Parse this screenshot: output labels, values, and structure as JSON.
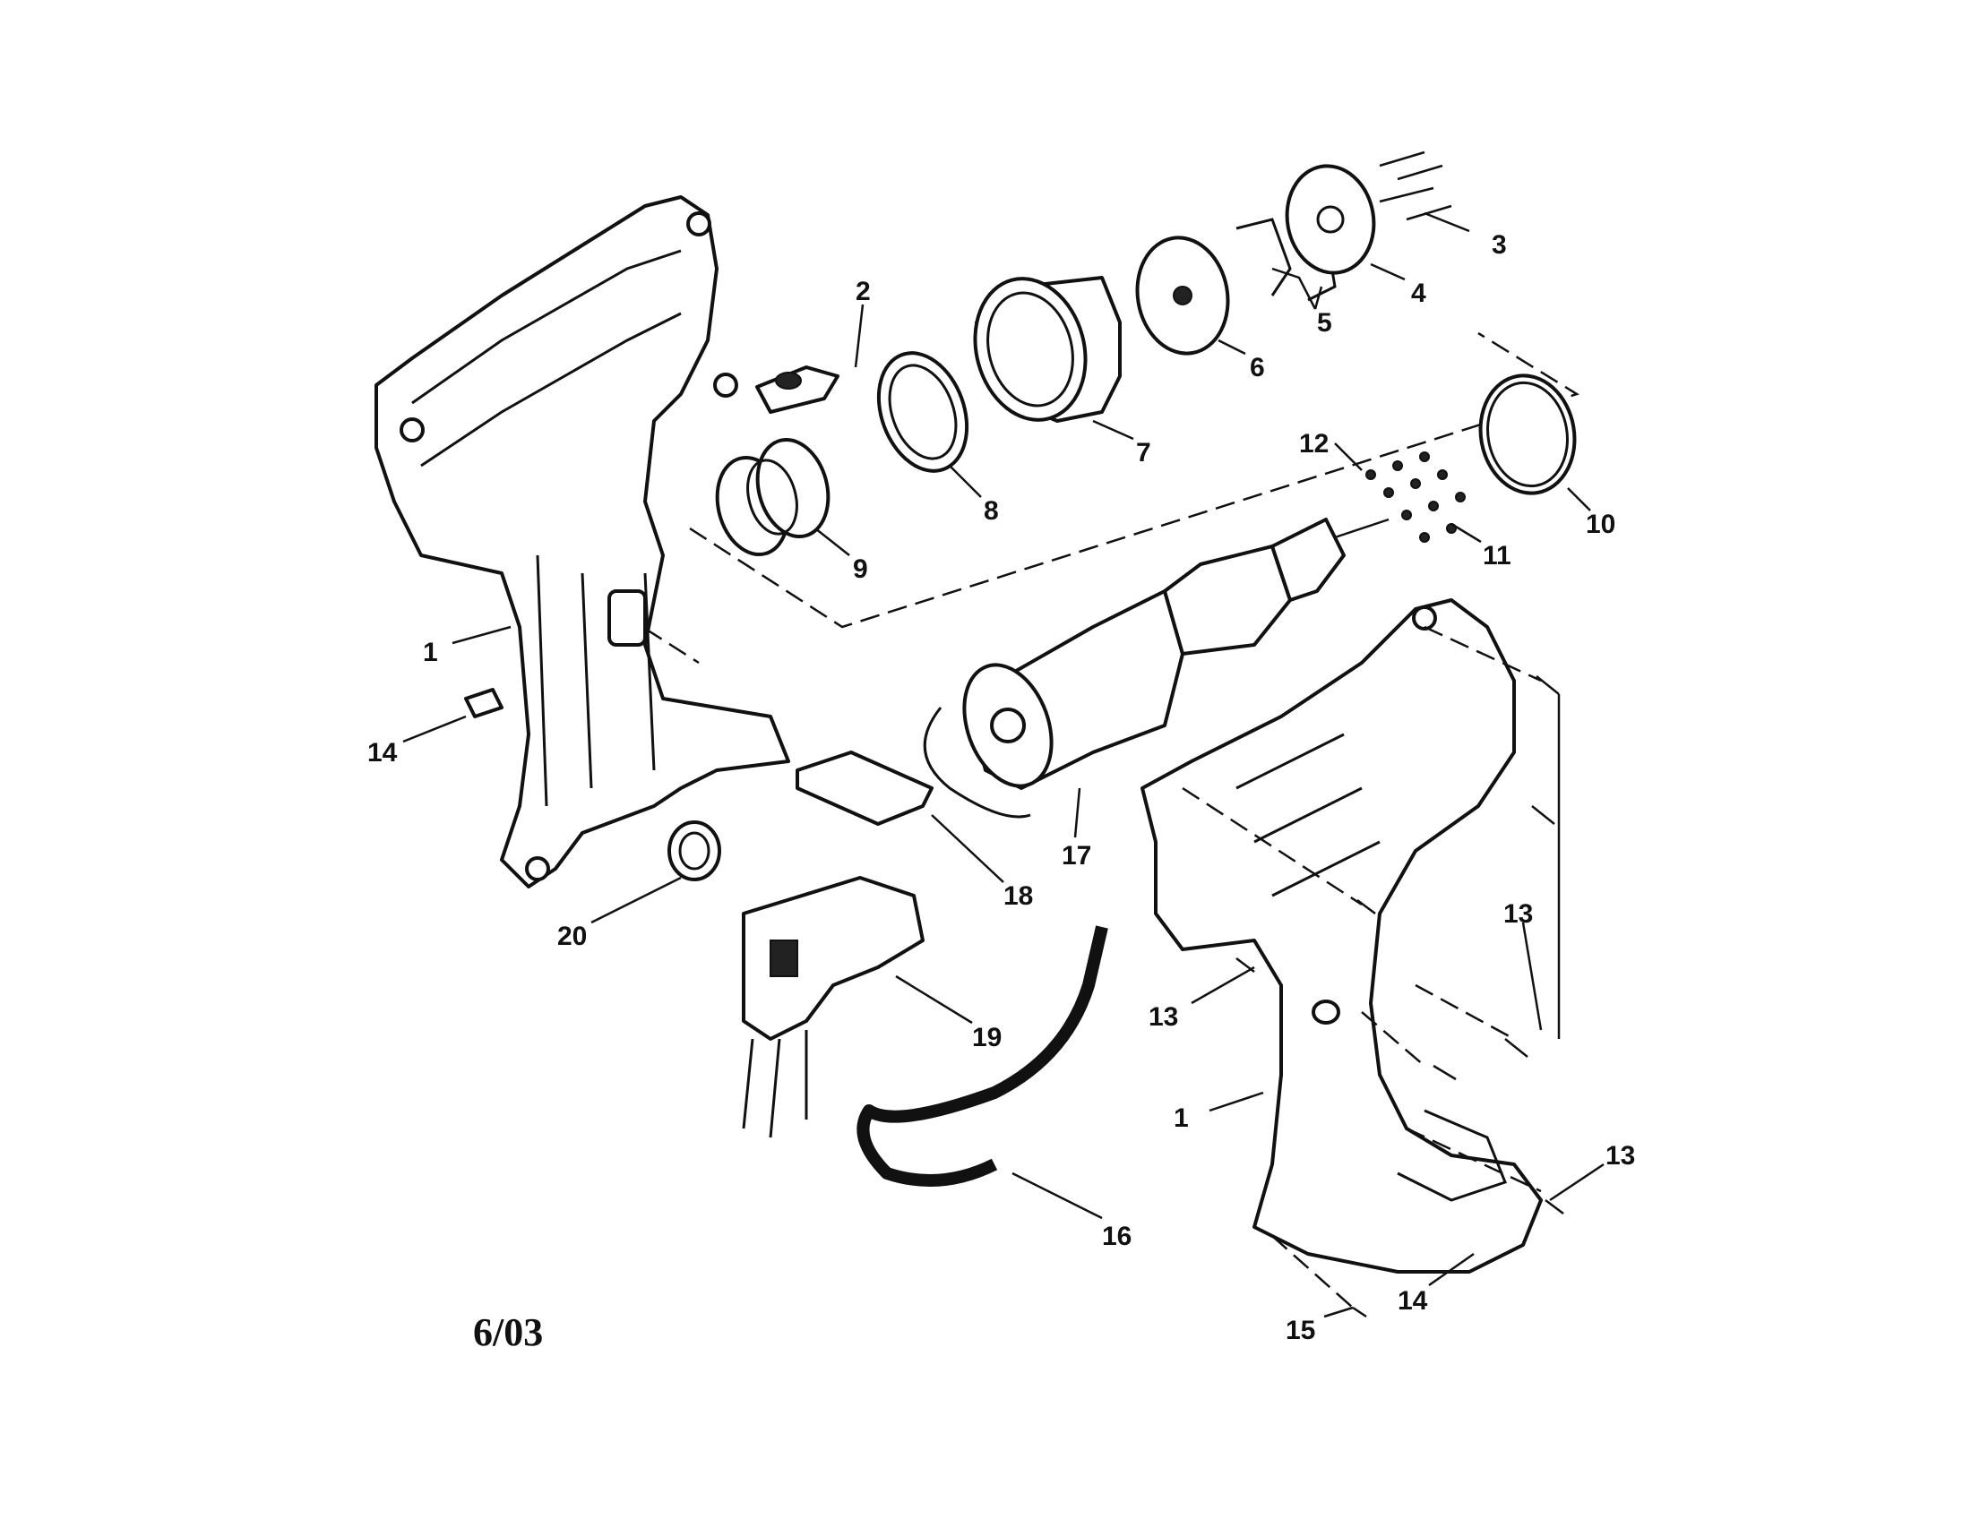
{
  "callouts": {
    "c1a": "1",
    "c1b": "1",
    "c2": "2",
    "c3": "3",
    "c4": "4",
    "c5": "5",
    "c6": "6",
    "c7": "7",
    "c8": "8",
    "c9": "9",
    "c10": "10",
    "c11": "11",
    "c12": "12",
    "c13a": "13",
    "c13b": "13",
    "c13c": "13",
    "c14a": "14",
    "c14b": "14",
    "c15": "15",
    "c16": "16",
    "c17": "17",
    "c18": "18",
    "c19": "19",
    "c20": "20"
  },
  "date_code": "6/03"
}
